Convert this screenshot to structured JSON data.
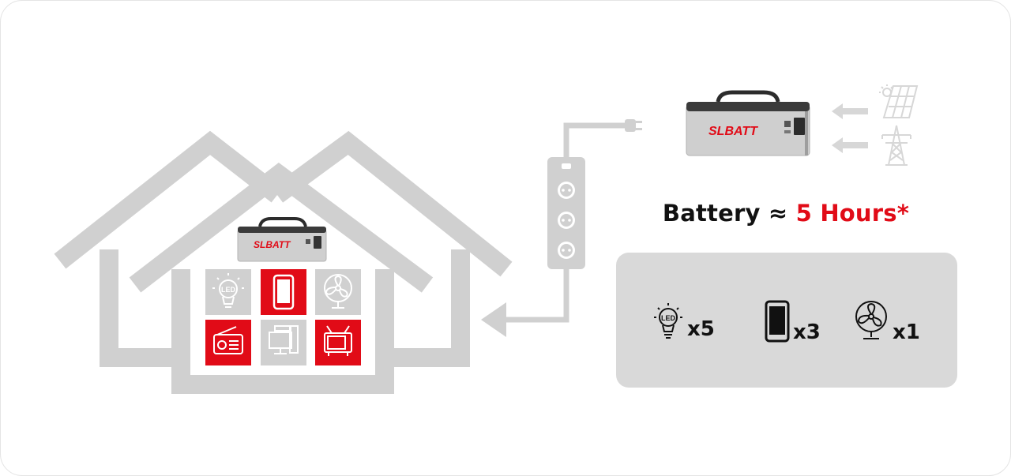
{
  "brand": {
    "name": "SLBATT",
    "color": "#e10b17"
  },
  "diagram": {
    "house_color": "#d0d0d0",
    "accent_red": "#e10b17",
    "appliances": [
      {
        "name": "led-bulb",
        "bg": "#d0d0d0",
        "label": "LED"
      },
      {
        "name": "smartphone",
        "bg": "#e10b17"
      },
      {
        "name": "fan",
        "bg": "#d0d0d0"
      },
      {
        "name": "radio",
        "bg": "#e10b17"
      },
      {
        "name": "desktop-computer",
        "bg": "#d0d0d0"
      },
      {
        "name": "television",
        "bg": "#e10b17"
      }
    ],
    "sources": [
      "solar-panel",
      "power-grid"
    ]
  },
  "runtime": {
    "prefix": "Battery ≈ ",
    "value": "5 Hours*"
  },
  "loads": [
    {
      "icon": "led-bulb-icon",
      "label": "LED",
      "count": "x5"
    },
    {
      "icon": "smartphone-icon",
      "count": "x3"
    },
    {
      "icon": "fan-icon",
      "count": "x1"
    }
  ]
}
